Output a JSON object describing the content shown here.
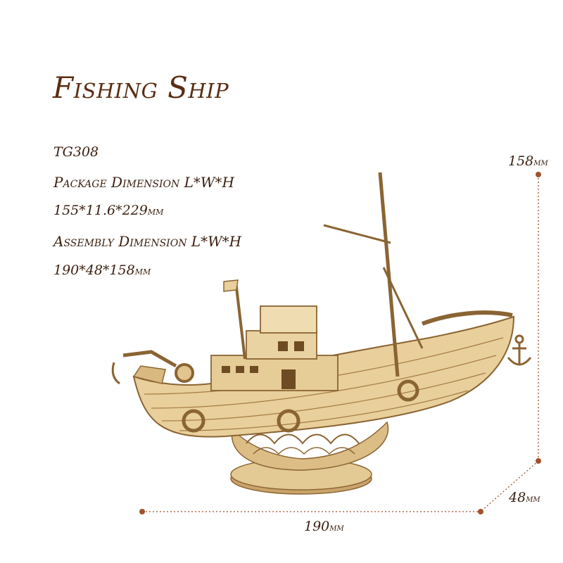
{
  "title": "Fishing Ship",
  "specs": {
    "model": "TG308",
    "package_label": "Package Dimension L*W*H",
    "package_value": "155*11.6*229",
    "package_unit": "mm",
    "assembly_label": "Assembly Dimension L*W*H",
    "assembly_value": "190*48*158",
    "assembly_unit": "mm"
  },
  "dimensions": {
    "height_value": "158",
    "height_unit": "mm",
    "width_value": "48",
    "width_unit": "mm",
    "length_value": "190",
    "length_unit": "mm"
  },
  "colors": {
    "title": "#5a2d12",
    "text": "#3a1f10",
    "dim_line": "#a0522d",
    "wood_light": "#ecd6a8",
    "wood_mid": "#d9b97f",
    "wood_dark": "#b58d55"
  }
}
